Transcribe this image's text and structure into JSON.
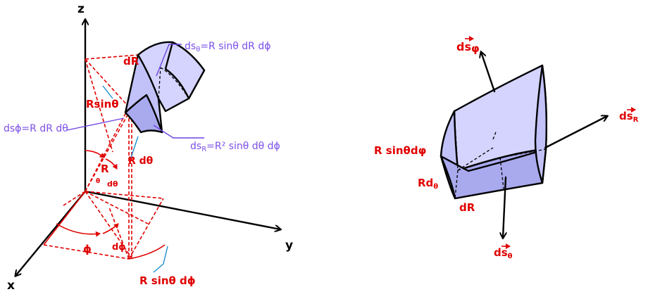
{
  "left": {
    "axis_z": "z",
    "axis_y": "y",
    "axis_x": "x",
    "dR": "dR",
    "Rsin_theta": "Rsinθ",
    "R": "R",
    "R_dtheta": "R dθ",
    "dtheta": "dθ",
    "theta_small": "θ",
    "phi": "ϕ",
    "dphi": "dϕ",
    "R_sin_theta_dphi": "R sinθ dϕ",
    "ds_theta_eq": "ds",
    "ds_theta_sub": "θ",
    "ds_theta_rhs": "=R sinθ dR dϕ",
    "ds_phi_eq": "dsϕ=R dR dθ",
    "ds_R": "ds",
    "ds_R_sub": "R",
    "ds_R_rhs": "=R² sinθ dθ dϕ"
  },
  "right": {
    "ds_phi": "ds",
    "ds_phi_sub": "φ",
    "ds_R": "ds",
    "ds_R_sub": "R",
    "ds_theta": "ds",
    "ds_theta_sub": "θ",
    "R_sin_theta_dphi": "R sinθdφ",
    "R_dtheta": "Rd",
    "R_dtheta_sub": "θ",
    "dR": "dR"
  },
  "colors": {
    "label_red": "#e00000",
    "label_blue": "#7b4fe8",
    "volume_fill": "#c2c2f8"
  }
}
